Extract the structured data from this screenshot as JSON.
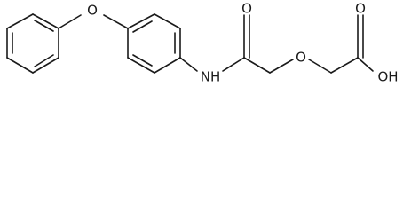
{
  "figure": {
    "type": "chemical-structure",
    "atoms": {
      "o_ether": "O",
      "nh": "NH",
      "o_carbonyl_amide": "O",
      "o_ether_chain": "O",
      "o_carbonyl_acid": "O",
      "oh": "OH"
    },
    "colors": {
      "bond": "#1a1a1a",
      "background": "#ffffff"
    }
  }
}
